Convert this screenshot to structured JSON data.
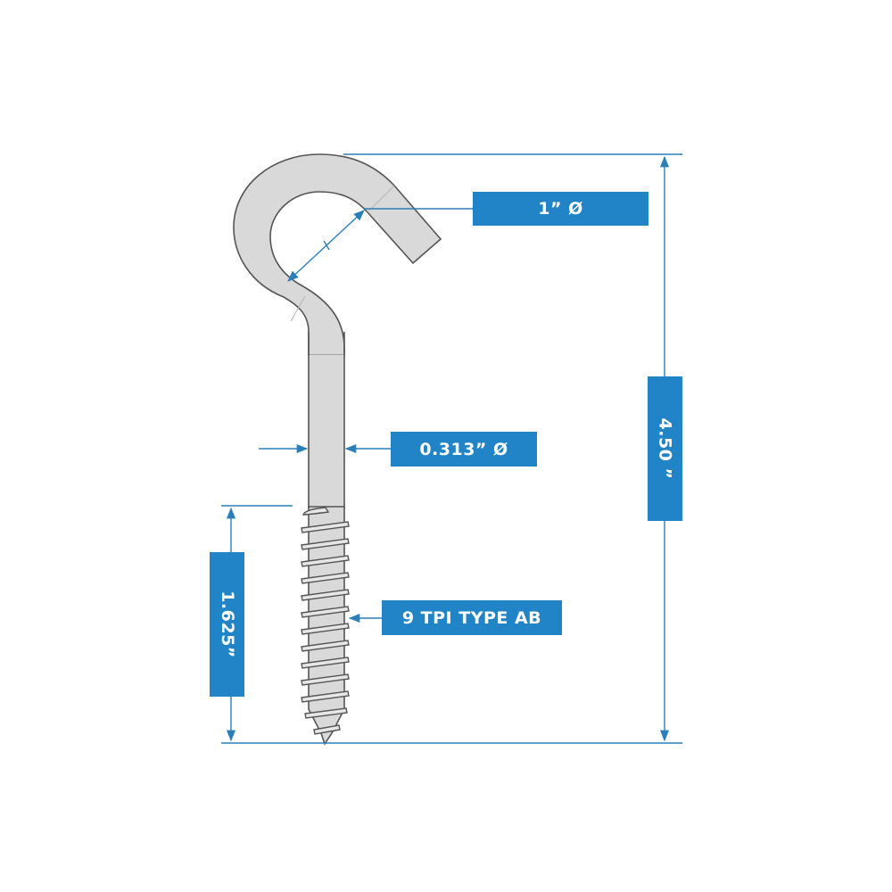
{
  "diagram": {
    "subject": "Screw hook",
    "accent_color": "#2184c6",
    "part_fill": "#d9d9d9",
    "part_outline": "#555555",
    "dimensions": {
      "hook_opening": {
        "label": "1” Ø",
        "meaning": "hook inner diameter"
      },
      "shank_diameter": {
        "label": "0.313” Ø",
        "meaning": "shank diameter"
      },
      "overall_length": {
        "label": "4.50 ”",
        "meaning": "overall length"
      },
      "thread_length": {
        "label": "1.625”",
        "meaning": "threaded length"
      },
      "thread_spec": {
        "label": "9 TPI TYPE AB",
        "meaning": "thread specification"
      }
    }
  }
}
